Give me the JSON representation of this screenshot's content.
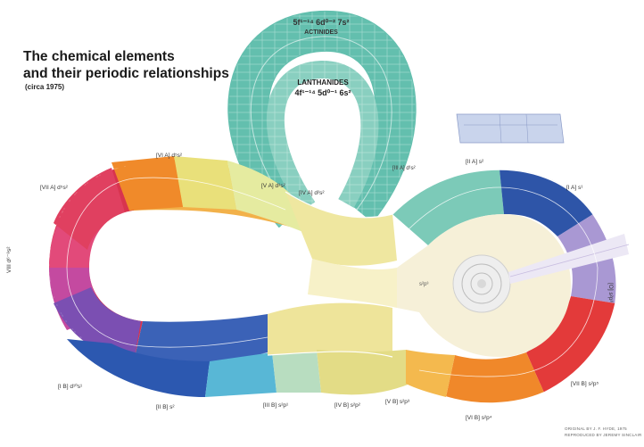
{
  "title_line1": "The chemical elements",
  "title_line2": "and their periodic relationships",
  "circa": "(circa 1975)",
  "actinides": {
    "config": "5f¹⁻¹⁴ 6d⁰⁻² 7s²",
    "name": "ACTINIDES"
  },
  "lanthanides": {
    "name": "LANTHANIDES",
    "config": "4f¹⁻¹⁴ 5d⁰⁻¹ 6s²"
  },
  "groups": {
    "VIA": "[VI A] d⁵s²",
    "VA": "[V A] d³s²",
    "IVA": "[IV A] d²s²",
    "IIIA": "[III A] d¹s²",
    "IIA": "[II A] s²",
    "IA": "[I A] s¹",
    "VIIA": "[VII A] d⁵s²",
    "VIII": "VIII d⁶⁻⁸s²",
    "IB": "[I B] d¹⁰s¹",
    "IIB": "[II B] s²",
    "IIIB": "[III B] s²p¹",
    "IVB": "[IV B] s²p²",
    "VB": "[V B] s²p³",
    "VIB": "[VI B] s²p⁴",
    "VIIB": "[VII B] s²p⁵",
    "O": "[O] s²p⁶"
  },
  "core_label": "s²p³",
  "credit": [
    "ORIGINAL BY J. F. HYDE, 1975",
    "REPRODUCED BY JEREMY SINCLAIR"
  ],
  "colors": {
    "red": "#d9253a",
    "orange": "#f08c24",
    "yellow": "#f3e58a",
    "pale_green": "#d6e8a8",
    "teal": "#6cc3b4",
    "blue": "#3f63b8",
    "navy": "#2b3f8f",
    "violet": "#8f6fb5",
    "lavender": "#b9a7d6",
    "pink": "#e0467f",
    "magenta": "#c23c8e"
  }
}
